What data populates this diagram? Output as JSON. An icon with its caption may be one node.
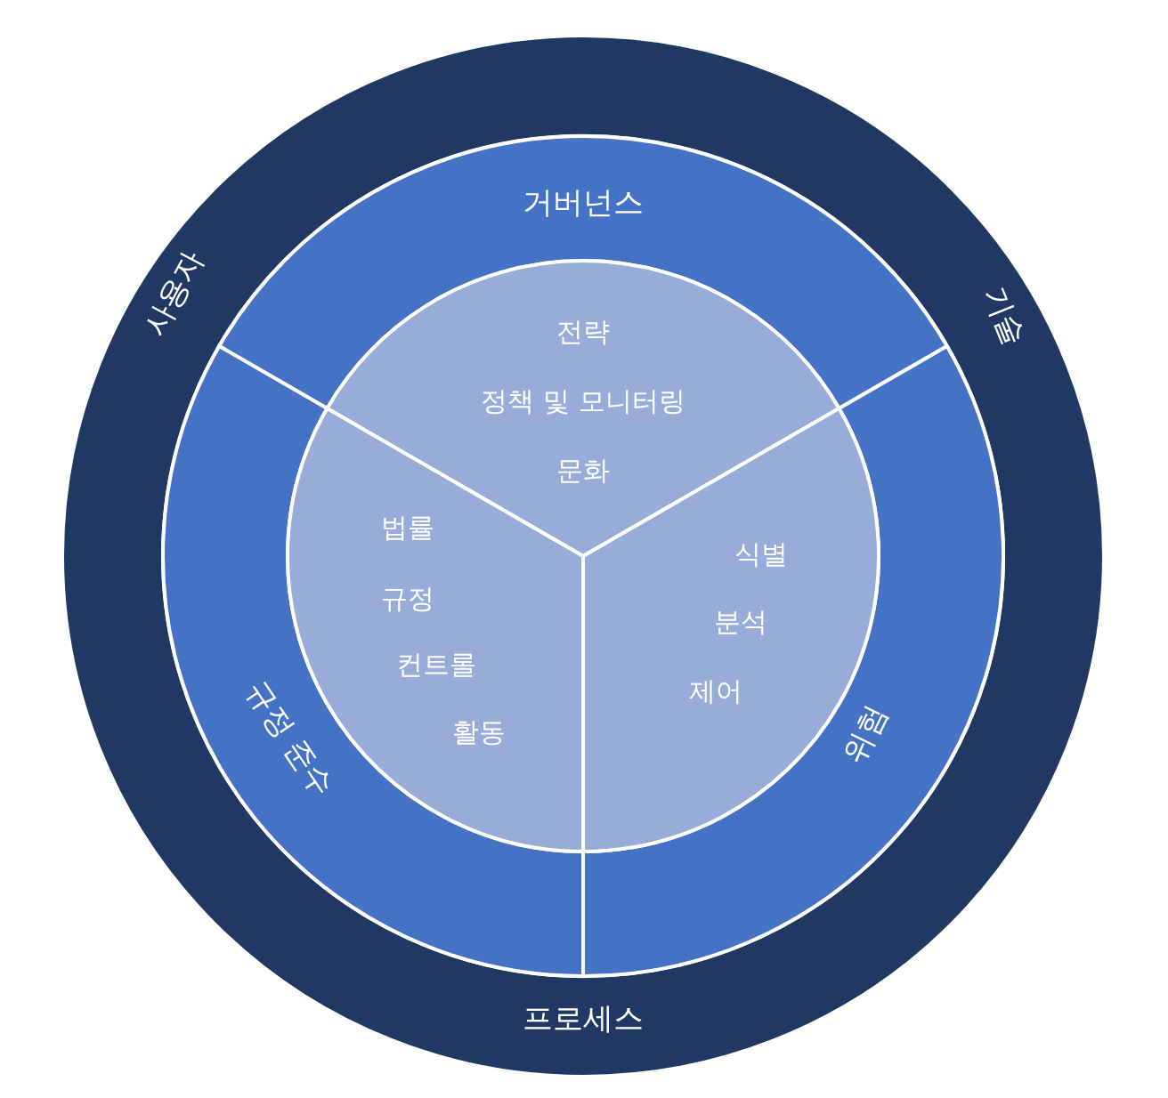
{
  "diagram": {
    "nodes": [
      {
        "text": [
          "사용자",
          "기술",
          "프로세스"
        ]
      },
      {
        "text": [
          "거버넌스"
        ],
        "in": 0
      },
      {
        "text": [
          "위험"
        ],
        "in": 0
      },
      {
        "text": [
          "규정 준수"
        ],
        "in": 0
      },
      {
        "text": [
          "전략",
          "정책 및 모니터링",
          "문화"
        ],
        "in": 0
      },
      {
        "text": [
          "식별",
          "분석",
          "제어"
        ],
        "in": 0
      },
      {
        "text": [
          "법률",
          "규정",
          "컨트롤",
          "활동"
        ],
        "in": 0
      }
    ]
  }
}
